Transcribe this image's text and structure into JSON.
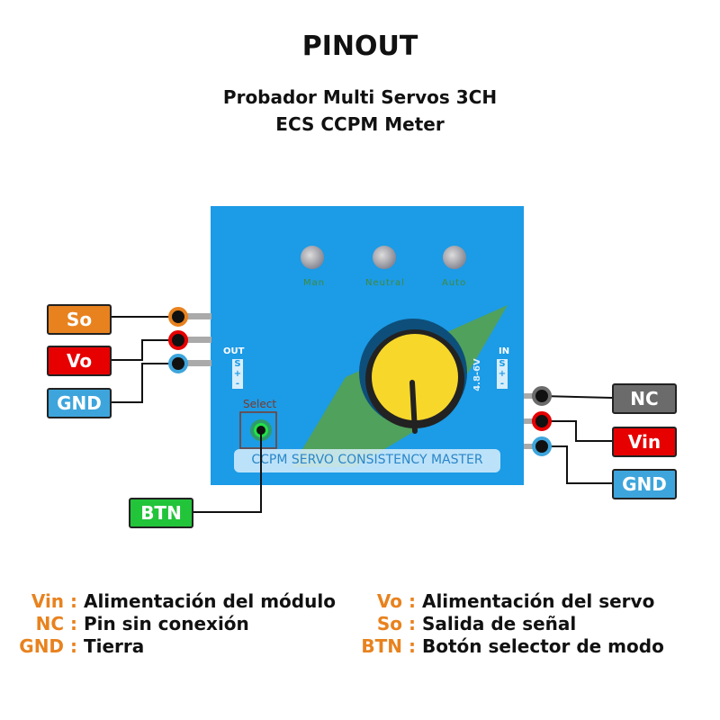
{
  "title": "PINOUT",
  "subtitle": [
    "Probador Multi Servos 3CH",
    "ECS CCPM Meter"
  ],
  "board": {
    "leds": [
      "Man",
      "Neutral",
      "Auto"
    ],
    "out_label": "OUT",
    "in_label": "IN",
    "pins": [
      "S",
      "+",
      "-"
    ],
    "voltage": "4.8-6V",
    "select": "Select",
    "banner": "CCPM SERVO CONSISTENCY MASTER"
  },
  "labels": {
    "so": "So",
    "vo": "Vo",
    "gnd_left": "GND",
    "nc": "NC",
    "vin": "Vin",
    "gnd_right": "GND",
    "btn": "BTN"
  },
  "colors": {
    "orange": "#e8821e",
    "red": "#e60000",
    "blue": "#3da5dc",
    "gray": "#6b6b6b",
    "green": "#22c43a"
  },
  "legend": [
    {
      "key": "Vin :",
      "text": "Alimentación del módulo"
    },
    {
      "key": "NC :",
      "text": "Pin sin conexión"
    },
    {
      "key": "GND :",
      "text": "Tierra"
    },
    {
      "key": "Vo :",
      "text": "Alimentación del servo"
    },
    {
      "key": "So :",
      "text": "Salida de señal"
    },
    {
      "key": "BTN :",
      "text": "Botón selector de modo"
    }
  ]
}
